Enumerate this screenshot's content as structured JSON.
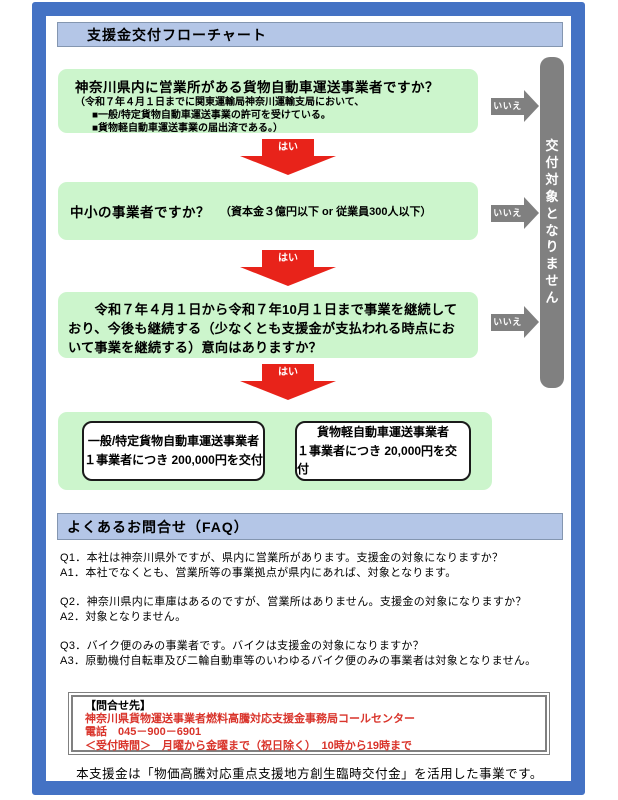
{
  "page": {
    "title": "支援金交付フローチャート",
    "faq_title": "よくあるお問合せ（FAQ）",
    "footer": "本支援金は「物価高騰対応重点支援地方創生臨時交付金」を活用した事業です。"
  },
  "flowchart": {
    "yes_label": "はい",
    "no_label": "いいえ",
    "reject_label": "交付対象となりません",
    "steps": [
      {
        "question": "神奈川県内に営業所がある貨物自動車運送事業者ですか？",
        "note_lines": [
          "（令和７年４月１日までに関東運輸局神奈川運輸支局において、",
          "■一般/特定貨物自動車運送事業の許可を受けている。",
          "■貨物軽自動車運送事業の届出済である。）"
        ]
      },
      {
        "question": "中小の事業者ですか？",
        "note_inline": "（資本金３億円以下 or 従業員300人以下）"
      },
      {
        "question": "　令和７年４月１日から令和７年10月１日まで事業を継続しており、今後も継続する（少なくとも支援金が支払われる時点において事業を継続する）意向はありますか？"
      }
    ],
    "results": [
      {
        "line1": "一般/特定貨物自動車運送事業者",
        "line2": "１事業者につき 200,000円を交付"
      },
      {
        "line1": "貨物軽自動車運送事業者",
        "line2": "１事業者につき 20,000円を交付"
      }
    ]
  },
  "faq": {
    "items": [
      {
        "q": "Q1．本社は神奈川県外ですが、県内に営業所があります。支援金の対象になりますか？",
        "a": "A1．本社でなくとも、営業所等の事業拠点が県内にあれば、対象となります。"
      },
      {
        "q": "Q2．神奈川県内に車庫はあるのですが、営業所はありません。支援金の対象になりますか？",
        "a": "A2．対象となりません。"
      },
      {
        "q": "Q3．バイク便のみの事業者です。バイクは支援金の対象になりますか？",
        "a": "A3．原動機付自転車及び二輪自動車等のいわゆるバイク便のみの事業者は対象となりません。"
      }
    ]
  },
  "contact": {
    "heading": "【問合せ先】",
    "name": "神奈川県貨物運送事業者燃料高騰対応支援金事務局コールセンター",
    "phone": "電話　045－900－6901",
    "hours": "＜受付時間＞　月曜から金曜まで（祝日除く）　10時から19時まで"
  },
  "colors": {
    "frame_blue": "#4472C4",
    "header_bar_blue": "#B4C6E7",
    "box_green": "#CCF5CC",
    "arrow_red": "#E8231A",
    "arrow_gray": "#808080",
    "contact_red": "#D9342B"
  }
}
